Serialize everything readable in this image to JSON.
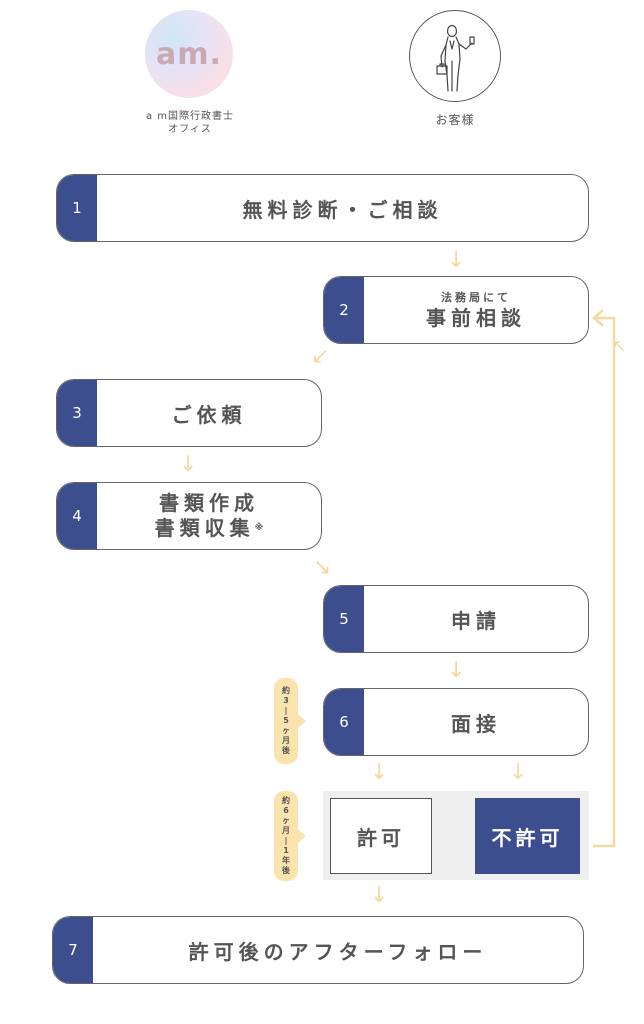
{
  "actors": {
    "office_logo": "am.",
    "office_name": [
      "a m国際行政書士",
      "オフィス"
    ],
    "customer_label": "お客様"
  },
  "steps": [
    {
      "num": "1",
      "label": "無料診断・ご相談"
    },
    {
      "num": "2",
      "sub": "法務局にて",
      "label": "事前相談"
    },
    {
      "num": "3",
      "label": "ご依頼"
    },
    {
      "num": "4",
      "label_lines": [
        "書類作成",
        "書類収集"
      ],
      "note_mark": "※"
    },
    {
      "num": "5",
      "label": "申請"
    },
    {
      "num": "6",
      "label": "面接"
    },
    {
      "num": "7",
      "label": "許可後のアフターフォロー"
    }
  ],
  "durations": {
    "interview": [
      "約",
      "3",
      "|",
      "5",
      "ヶ",
      "月",
      "後"
    ],
    "result": [
      "約",
      "6",
      "ヶ",
      "月",
      "|",
      "1",
      "年",
      "後"
    ]
  },
  "results": {
    "approved": "許可",
    "denied": "不許可"
  },
  "colors": {
    "accent": "#3d4e8f",
    "arrow": "#f4d9a3",
    "tag": "#fbe3ae"
  }
}
